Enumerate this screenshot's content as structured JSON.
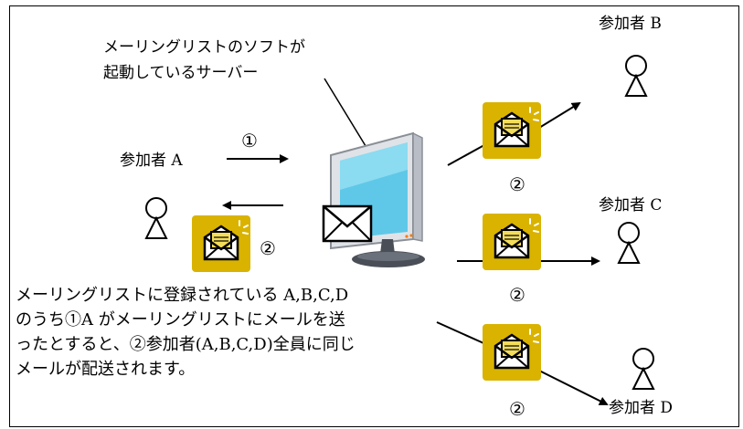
{
  "server_label": [
    "メーリングリストのソフトが",
    "起動しているサーバー"
  ],
  "participants": {
    "a": "参加者 A",
    "b": "参加者 B",
    "c": "参加者 C",
    "d": "参加者 D"
  },
  "step_markers": {
    "send": "①",
    "return_a": "②",
    "to_b": "②",
    "to_c": "②",
    "to_d": "②"
  },
  "description": [
    "メーリングリストに登録されている A,B,C,D",
    "のうち①A がメーリングリストにメールを送",
    "ったとすると、②参加者(A,B,C,D)全員に同じ",
    "メールが配送されます。"
  ],
  "colors": {
    "envelope_tile": "#d9b300",
    "monitor_screen": "#5fc8e8",
    "monitor_frame": "#dfe3e8",
    "stand": "#4a4f57"
  }
}
